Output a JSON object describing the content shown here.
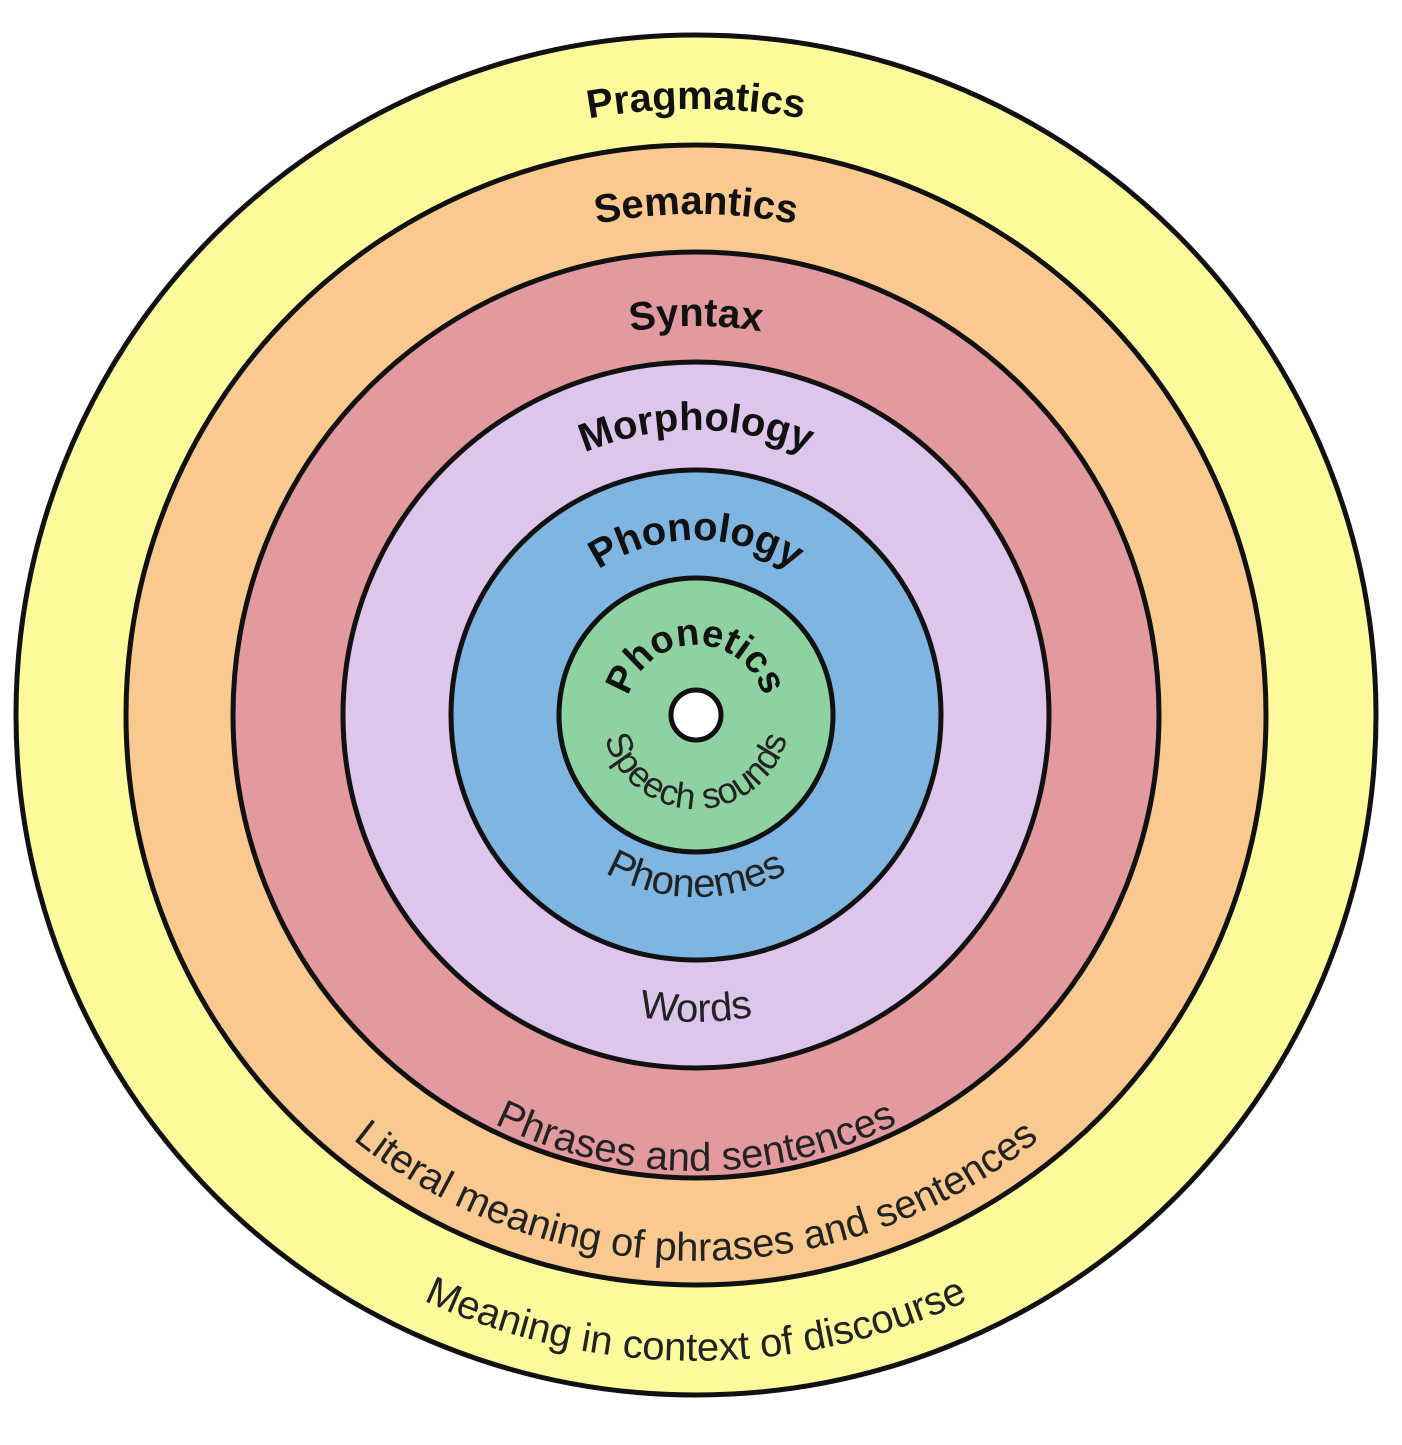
{
  "rings": [
    {
      "id": "pragmatics",
      "title": "Pragmatics",
      "description": "Meaning in context of discourse",
      "color": "#FDFA9C"
    },
    {
      "id": "semantics",
      "title": "Semantics",
      "description": "Literal meaning of phrases and sentences",
      "color": "#F9C98F"
    },
    {
      "id": "syntax",
      "title": "Syntax",
      "description": "Phrases and sentences",
      "color": "#E29A9E"
    },
    {
      "id": "morphology",
      "title": "Morphology",
      "description": "Words",
      "color": "#DEC5EB"
    },
    {
      "id": "phonology",
      "title": "Phonology",
      "description": "Phonemes",
      "color": "#7FB6E1"
    },
    {
      "id": "phonetics",
      "title": "Phonetics",
      "description": "Speech sounds",
      "color": "#8FD2A2"
    }
  ],
  "center_hole_color": "#FFFFFF"
}
